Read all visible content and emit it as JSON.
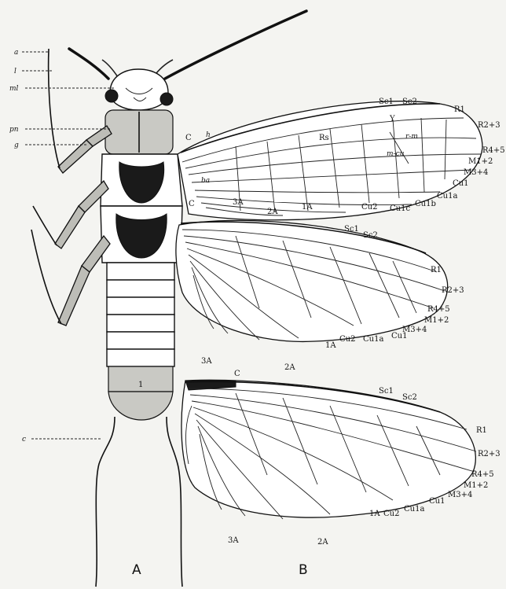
{
  "figure": {
    "panel_labels": [
      "A",
      "B"
    ]
  },
  "body_labels": {
    "a": "a",
    "l": "l",
    "ml": "ml",
    "pn": "pn",
    "g": "g",
    "c": "c",
    "segment_number": "1"
  },
  "forewing_labels": {
    "Sc1": "Sc1",
    "Sc2": "Sc2",
    "R1": "R1",
    "R2+3": "R2+3",
    "R4+5": "R4+5",
    "M1+2": "M1+2",
    "M3+4": "M3+4",
    "Cu1": "Cu1",
    "Cu1a": "Cu1a",
    "Cu1b": "Cu1b",
    "Cu1c": "Cu1c",
    "Cu2": "Cu2",
    "1A": "1A",
    "2A": "2A",
    "3A": "3A",
    "Rs": "Rs",
    "r-m": "r-m",
    "m-cu": "m-cu",
    "ba": "ba",
    "C": "C",
    "h": "h",
    "Y": "Y"
  },
  "hindwing_A_labels": {
    "Sc1": "Sc1",
    "Sc2": "Sc2",
    "R1": "R1",
    "R2+3": "R2+3",
    "R4+5": "R4+5",
    "M1+2": "M1+2",
    "M3+4": "M3+4",
    "Cu1": "Cu1",
    "Cu1a": "Cu1a",
    "Cu2": "Cu2",
    "1A": "1A",
    "2A": "2A",
    "3A": "3A",
    "C": "C"
  },
  "hindwing_B_labels": {
    "Sc1": "Sc1",
    "Sc2": "Sc2",
    "R1": "R1",
    "R2+3": "R2+3",
    "R4+5": "R4+5",
    "M1+2": "M1+2",
    "M3+4": "M3+4",
    "Cu1": "Cu1",
    "Cu1a": "Cu1a",
    "Cu2": "Cu2",
    "1A": "1A",
    "2A": "2A",
    "3A": "3A",
    "C": "C"
  }
}
